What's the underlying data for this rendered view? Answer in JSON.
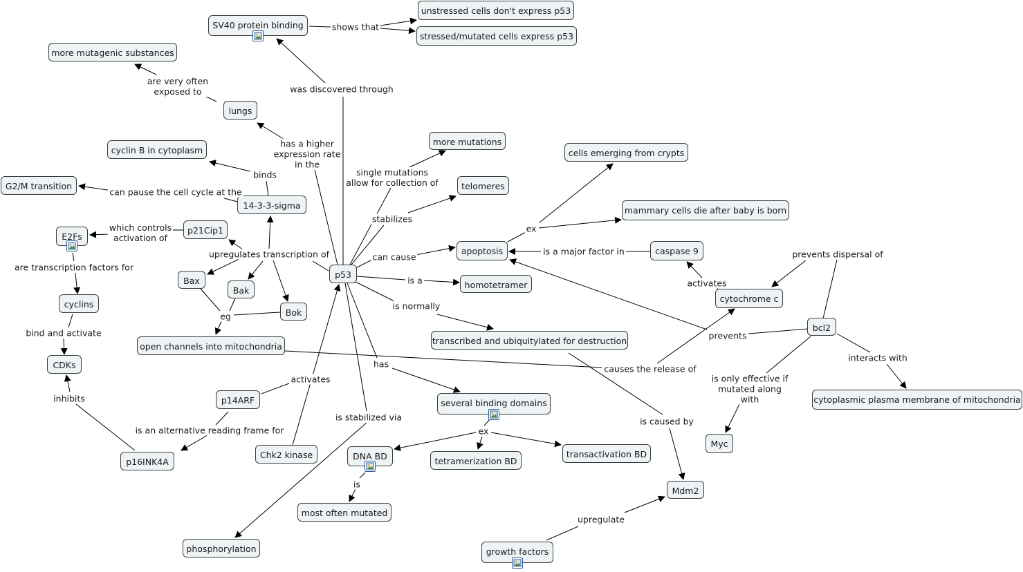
{
  "colors": {
    "node_fill": "#eef3f5",
    "node_border": "#3c3c3c",
    "line": "#000000",
    "image_icon": "#2c5b95"
  },
  "nodes": {
    "p53": "p53",
    "sv40": "SV40 protein binding",
    "unstressed": "unstressed cells don't express p53",
    "stressed": "stressed/mutated cells express p53",
    "mutagenic": "more mutagenic substances",
    "lungs": "lungs",
    "cyclinB": "cyclin B in cytoplasm",
    "g2m": "G2/M transition",
    "sigma": "14-3-3-sigma",
    "p21": "p21Cip1",
    "e2fs": "E2Fs",
    "cyclins": "cyclins",
    "cdks": "CDKs",
    "bax": "Bax",
    "bak": "Bak",
    "bok": "Bok",
    "channels": "open channels into mitochondria",
    "p14arf": "p14ARF",
    "p16": "p16INK4A",
    "chk2": "Chk2 kinase",
    "phospho": "phosphorylation",
    "moremut": "more mutations",
    "telomeres": "telomeres",
    "apoptosis": "apoptosis",
    "homotet": "homotetramer",
    "transcribed": "transcribed and ubiquitylated for destruction",
    "binding": "several binding domains",
    "dnabd": "DNA BD",
    "tetbd": "tetramerization BD",
    "transbd": "transactivation BD",
    "mostmut": "most often mutated",
    "crypts": "cells emerging from crypts",
    "mammary": "mammary cells die after baby is born",
    "caspase": "caspase 9",
    "cytc": "cytochrome c",
    "bcl2": "bcl2",
    "cytoplasmic": "cytoplasmic plasma membrane of mitochondria",
    "myc": "Myc",
    "mdm2": "Mdm2",
    "growth": "growth factors"
  },
  "links": {
    "shows_that": "shows that",
    "discovered": "was discovered through",
    "exposed": "are very often\nexposed to",
    "higher": "has a higher\nexpression rate\nin the",
    "binds": "binds",
    "pause": "can pause the cell cycle at the",
    "controls": "which controls\nactivation of",
    "upreg": "upregulates transcription of",
    "tf_for": "are transcription factors for",
    "bind_activate": "bind and activate",
    "inhibits": "inhibits",
    "eg": "eg",
    "activates_p14": "activates",
    "alt_frame": "is an alternative reading frame for",
    "stabilized_via": "is stabilized via",
    "single_mut": "single mutations\nallow for collection of",
    "stabilizes": "stabilizes",
    "can_cause": "can cause",
    "is_a": "is a",
    "is_normally": "is normally",
    "has": "has",
    "ex_domains": "ex",
    "is_dna": "is",
    "ex_apoptosis": "ex",
    "major_factor": "is a major factor in",
    "activates_casp": "activates",
    "prevents_dispersal": "prevents dispersal of",
    "prevents": "prevents",
    "causes_release": "causes the release of",
    "interacts": "interacts with",
    "only_effective": "is only effective if\nmutated along\nwith",
    "caused_by": "is caused by",
    "upregulate": "upregulate"
  }
}
